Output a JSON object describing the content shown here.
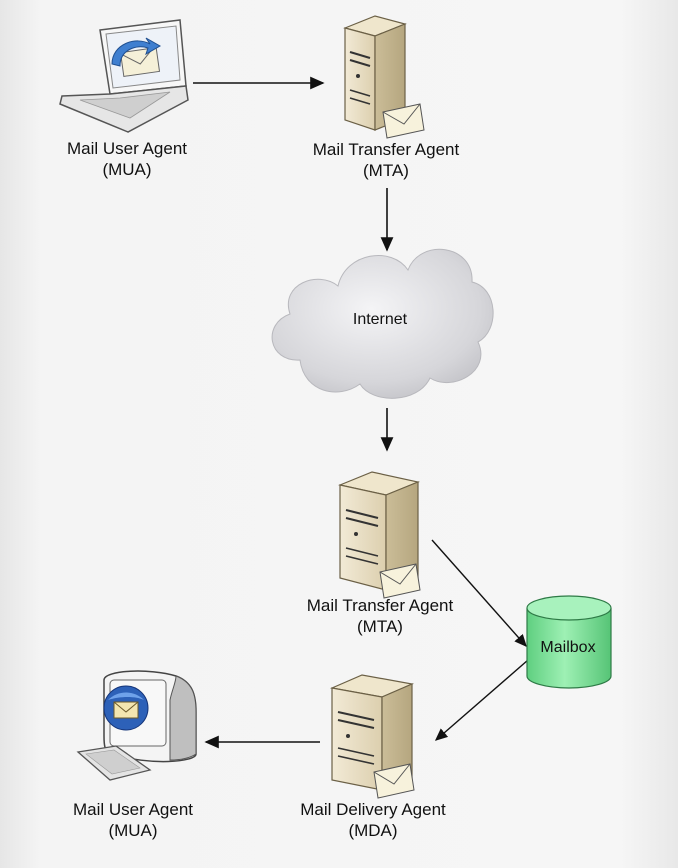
{
  "nodes": {
    "mua_sender": {
      "line1": "Mail User Agent",
      "line2": "(MUA)"
    },
    "mta_sender": {
      "line1": "Mail Transfer Agent",
      "line2": "(MTA)"
    },
    "internet": {
      "label": "Internet"
    },
    "mta_receiver": {
      "line1": "Mail Transfer Agent",
      "line2": "(MTA)"
    },
    "mailbox": {
      "label": "Mailbox"
    },
    "mda": {
      "line1": "Mail Delivery Agent",
      "line2": "(MDA)"
    },
    "mua_receiver": {
      "line1": "Mail User Agent",
      "line2": "(MUA)"
    }
  },
  "edges": [
    {
      "from": "mua_sender",
      "to": "mta_sender"
    },
    {
      "from": "mta_sender",
      "to": "internet"
    },
    {
      "from": "internet",
      "to": "mta_receiver"
    },
    {
      "from": "mta_receiver",
      "to": "mailbox"
    },
    {
      "from": "mailbox",
      "to": "mda"
    },
    {
      "from": "mda",
      "to": "mua_receiver"
    }
  ],
  "colors": {
    "server_body": "#e8dcc0",
    "mailbox_fill": "#7fe09a",
    "cloud_fill": "#d8d8dc",
    "arrow": "#111111"
  }
}
